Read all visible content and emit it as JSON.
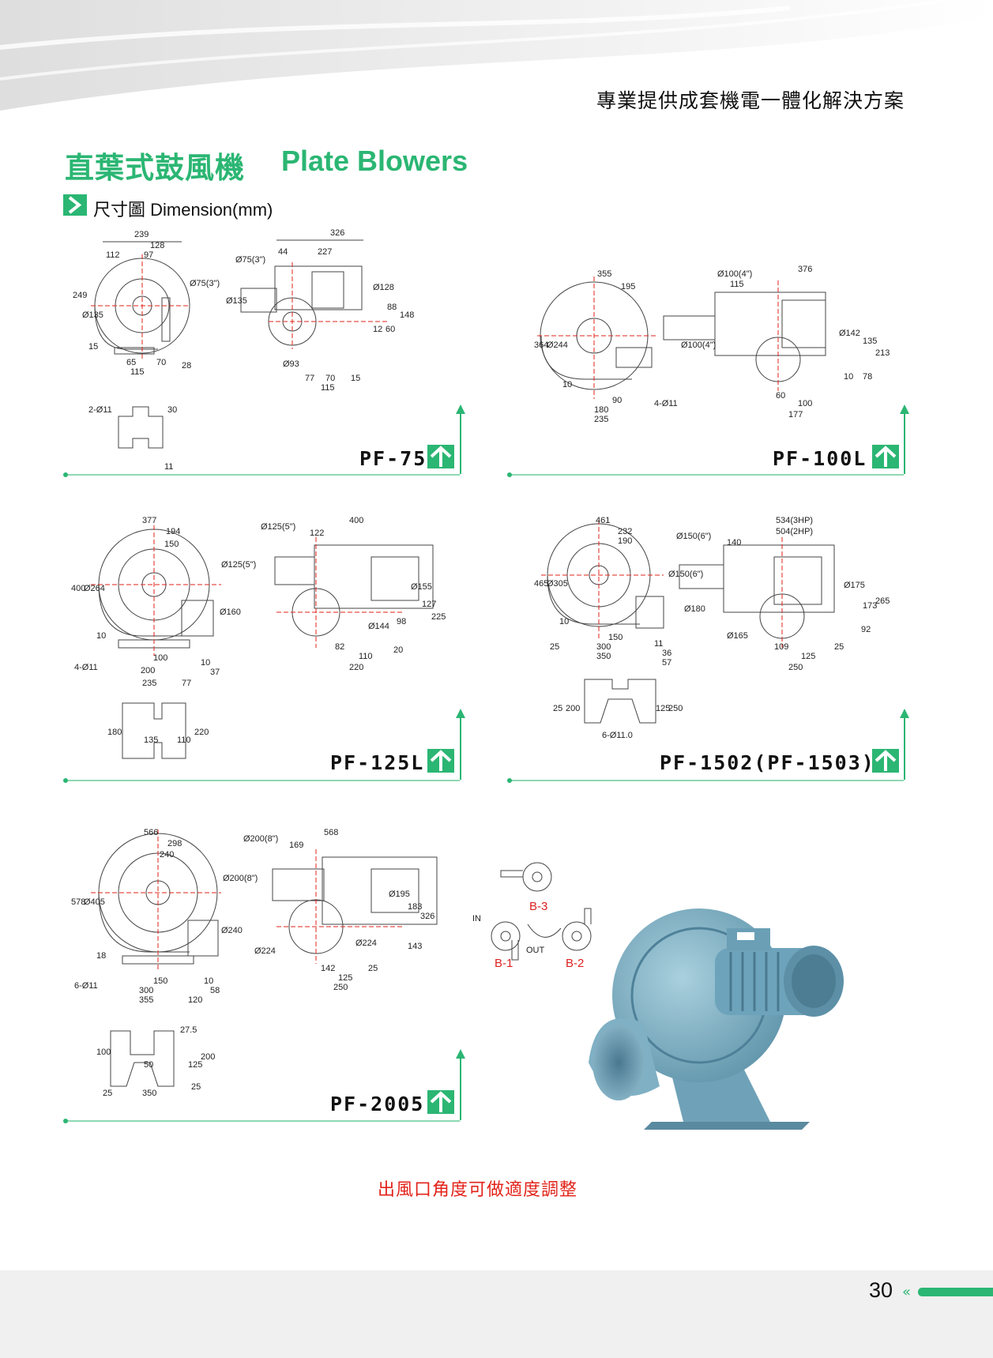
{
  "header": {
    "slogan": "專業提供成套機電一體化解決方案"
  },
  "title": {
    "zh": "直葉式鼓風機",
    "en": "Plate Blowers"
  },
  "section": {
    "label": "尺寸圖 Dimension(mm)"
  },
  "models": [
    {
      "name": "PF-75"
    },
    {
      "name": "PF-100L"
    },
    {
      "name": "PF-125L"
    },
    {
      "name": "PF-1502(PF-1503)"
    },
    {
      "name": "PF-2005"
    }
  ],
  "pf75": {
    "front": [
      "239",
      "128",
      "112",
      "97",
      "249",
      "Ø135",
      "15",
      "65",
      "70",
      "115",
      "28",
      "Ø75(3\")"
    ],
    "side": [
      "326",
      "44",
      "227",
      "Ø75(3\")",
      "Ø135",
      "Ø128",
      "88",
      "148",
      "12",
      "60",
      "Ø93",
      "77",
      "70",
      "115",
      "15"
    ],
    "base": [
      "2-Ø11",
      "30",
      "11"
    ]
  },
  "pf100l": {
    "front": [
      "355",
      "195",
      "364",
      "Ø244",
      "10",
      "90",
      "4-Ø11",
      "180",
      "235",
      "Ø100(4\")"
    ],
    "side": [
      "376",
      "115",
      "Ø100(4\")",
      "Ø142",
      "135",
      "213",
      "10",
      "78",
      "60",
      "100",
      "177"
    ]
  },
  "pf125l": {
    "front": [
      "377",
      "194",
      "150",
      "400",
      "Ø264",
      "10",
      "4-Ø11",
      "100",
      "200",
      "235",
      "77",
      "10",
      "37",
      "Ø125(5\")",
      "Ø160"
    ],
    "side": [
      "400",
      "122",
      "Ø125(5\")",
      "Ø155",
      "127",
      "98",
      "225",
      "Ø144",
      "82",
      "110",
      "220",
      "20"
    ],
    "base": [
      "180",
      "135",
      "110",
      "220"
    ]
  },
  "pf1502": {
    "front": [
      "461",
      "232",
      "190",
      "465",
      "Ø305",
      "10",
      "25",
      "150",
      "300",
      "350",
      "11",
      "36",
      "57",
      "Ø150(6\")",
      "Ø180"
    ],
    "side": [
      "534(3HP)",
      "504(2HP)",
      "140",
      "Ø150(6\")",
      "Ø175",
      "173",
      "265",
      "92",
      "Ø165",
      "109",
      "125",
      "250",
      "25"
    ],
    "base": [
      "25",
      "200",
      "125",
      "250",
      "6-Ø11.0"
    ]
  },
  "pf2005": {
    "front": [
      "566",
      "298",
      "240",
      "578",
      "Ø405",
      "18",
      "6-Ø11",
      "150",
      "300",
      "355",
      "120",
      "10",
      "58",
      "Ø200(8\")",
      "Ø240"
    ],
    "side": [
      "568",
      "169",
      "Ø200(8\")",
      "Ø195",
      "183",
      "326",
      "143",
      "Ø224",
      "Ø224",
      "142",
      "125",
      "250",
      "25"
    ],
    "base": [
      "27.5",
      "100",
      "50",
      "125",
      "200",
      "25",
      "350",
      "25"
    ]
  },
  "orientation": {
    "in": "IN",
    "out": "OUT",
    "b1": "B-1",
    "b2": "B-2",
    "b3": "B-3"
  },
  "note": "出風口角度可做適度調整",
  "page_number": "30",
  "colors": {
    "accent": "#2bb673",
    "red": "#e2231a",
    "blower": "#7fb3c8"
  }
}
